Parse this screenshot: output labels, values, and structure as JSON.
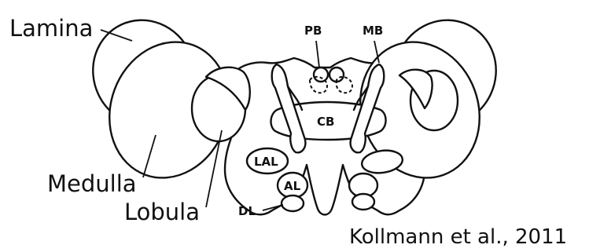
{
  "labels": {
    "lamina": "Lamina",
    "medulla": "Medulla",
    "lobula": "Lobula",
    "pb": "PB",
    "mb": "MB",
    "cb": "CB",
    "lal": "LAL",
    "al": "AL",
    "dl": "DL"
  },
  "citation": "Kollmann et al., 2011",
  "colors": {
    "stroke": "#111111",
    "fill": "#ffffff"
  }
}
